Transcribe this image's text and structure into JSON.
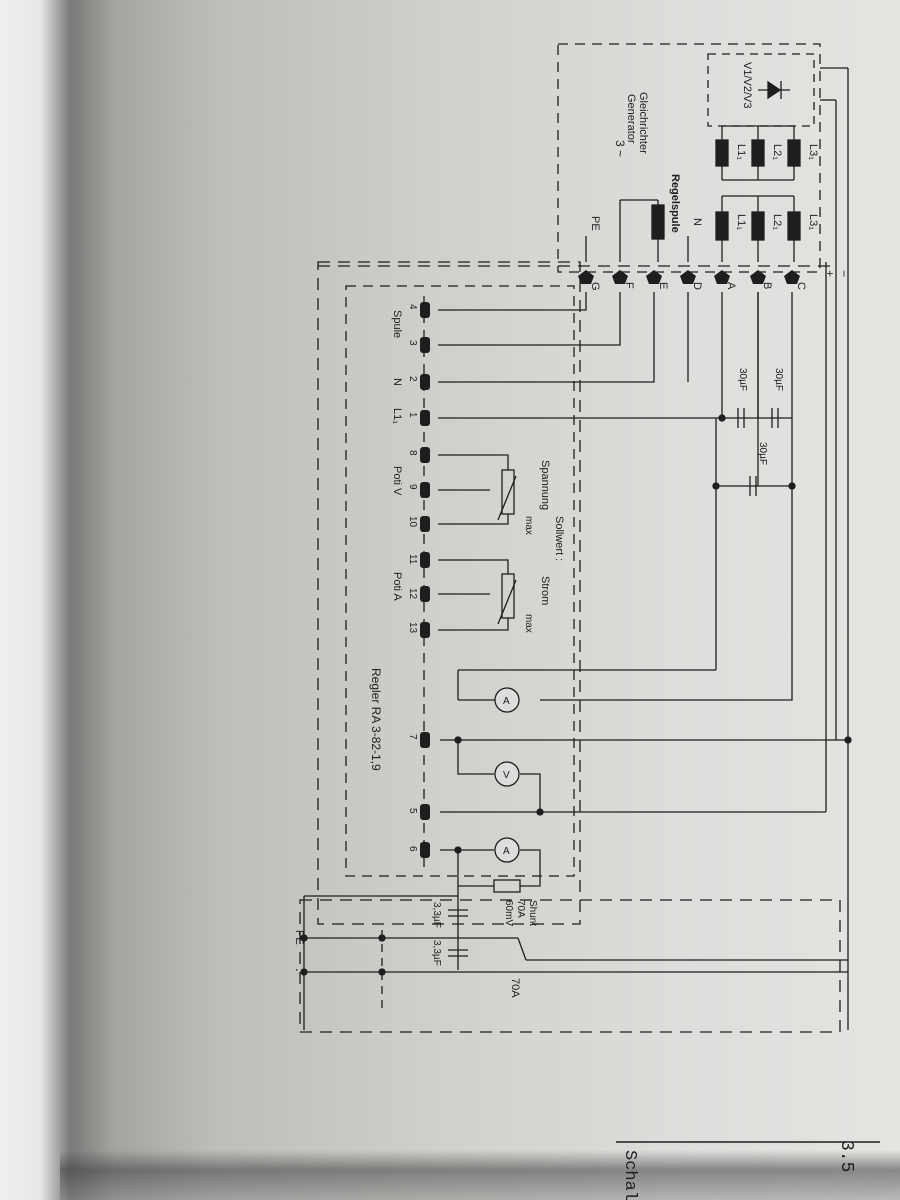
{
  "header": {
    "section": "3.5",
    "title": "Schaltplan"
  },
  "generator": {
    "title_line1": "Gleichrichter",
    "title_line2": "Generator",
    "phase": "3 ~",
    "rectifier": "V1/V2/V3",
    "coil": "Regelspule",
    "windings_upper": [
      "L1₁",
      "L2₁",
      "L3₁"
    ],
    "windings_lower": [
      "L1₁",
      "L2₁",
      "L3₁"
    ],
    "pe": "PE",
    "n": "N"
  },
  "connector": {
    "plugs": [
      "G",
      "F",
      "E",
      "D",
      "A",
      "B",
      "C"
    ],
    "signs": [
      "+",
      "−"
    ]
  },
  "capacitors": {
    "c1": "30µF",
    "c2": "30µF",
    "c3": "30µF",
    "c4": "3,3µF",
    "c5": "3,3µF"
  },
  "regulator": {
    "title": "Regler RA 3-82-1,9",
    "terminals": [
      "4",
      "3",
      "2",
      "1",
      "8",
      "9",
      "10",
      "11",
      "12",
      "13",
      "7",
      "5",
      "6"
    ],
    "terminal_labels_row2": [
      "Spule",
      "N",
      "L1₁",
      "Poti V",
      "Poti A"
    ],
    "setpoint": "Sollwert :",
    "voltage": "Spannung",
    "current": "Strom",
    "max": "max"
  },
  "meters": [
    "A",
    "V",
    "A"
  ],
  "shunt": {
    "label": "Shunt",
    "rating1": "70A",
    "rating2": "60mV"
  },
  "fuse": "70A",
  "output": {
    "pe": "PE",
    "dot": "."
  }
}
